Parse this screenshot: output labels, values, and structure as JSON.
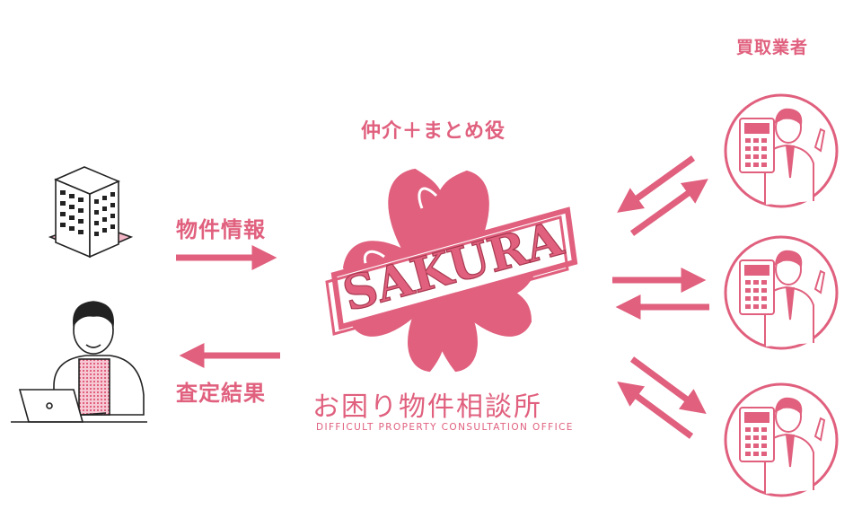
{
  "labels": {
    "buyers": "買取業者",
    "role": "仲介＋まとめ役",
    "property_info": "物件情報",
    "assessment_result": "査定結果"
  },
  "logo": {
    "word": "SAKURA",
    "name_jp": "お困り物件相談所",
    "name_en": "DIFFICULT PROPERTY CONSULTATION OFFICE"
  },
  "icons": {
    "building": "building-icon",
    "person": "person-laptop-icon",
    "buyer": "businessman-calculator-icon"
  },
  "colors": {
    "accent": "#e0607e",
    "line": "#222222"
  }
}
